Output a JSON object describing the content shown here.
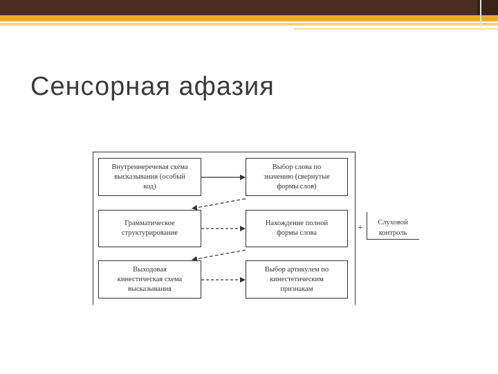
{
  "slide": {
    "title": "Сенсорная афазия"
  },
  "diagram": {
    "boxes": {
      "inner_speech": [
        "Внутреннеречевая схема",
        "высказывания (особый",
        "код)"
      ],
      "word_choice": [
        "Выбор слова по",
        "значению (свернутые",
        "формы слов)"
      ],
      "grammar": [
        "Грамматическое",
        "структурирование"
      ],
      "full_form": [
        "Нахождение полной",
        "формы слова"
      ],
      "kinesthetic_scheme": [
        "Выходовая",
        "кинестическая схема",
        "высказывания"
      ],
      "articulem": [
        "Выбор артикулем по",
        "кинестетическим",
        "признакам"
      ]
    },
    "plus_sign": "+",
    "control_label": [
      "Слуховой",
      "контроль"
    ]
  },
  "colors": {
    "header_dark": "#4b2d22",
    "header_gold": "#f0a92a",
    "title_text": "#3b3b3b",
    "line": "#333333"
  }
}
